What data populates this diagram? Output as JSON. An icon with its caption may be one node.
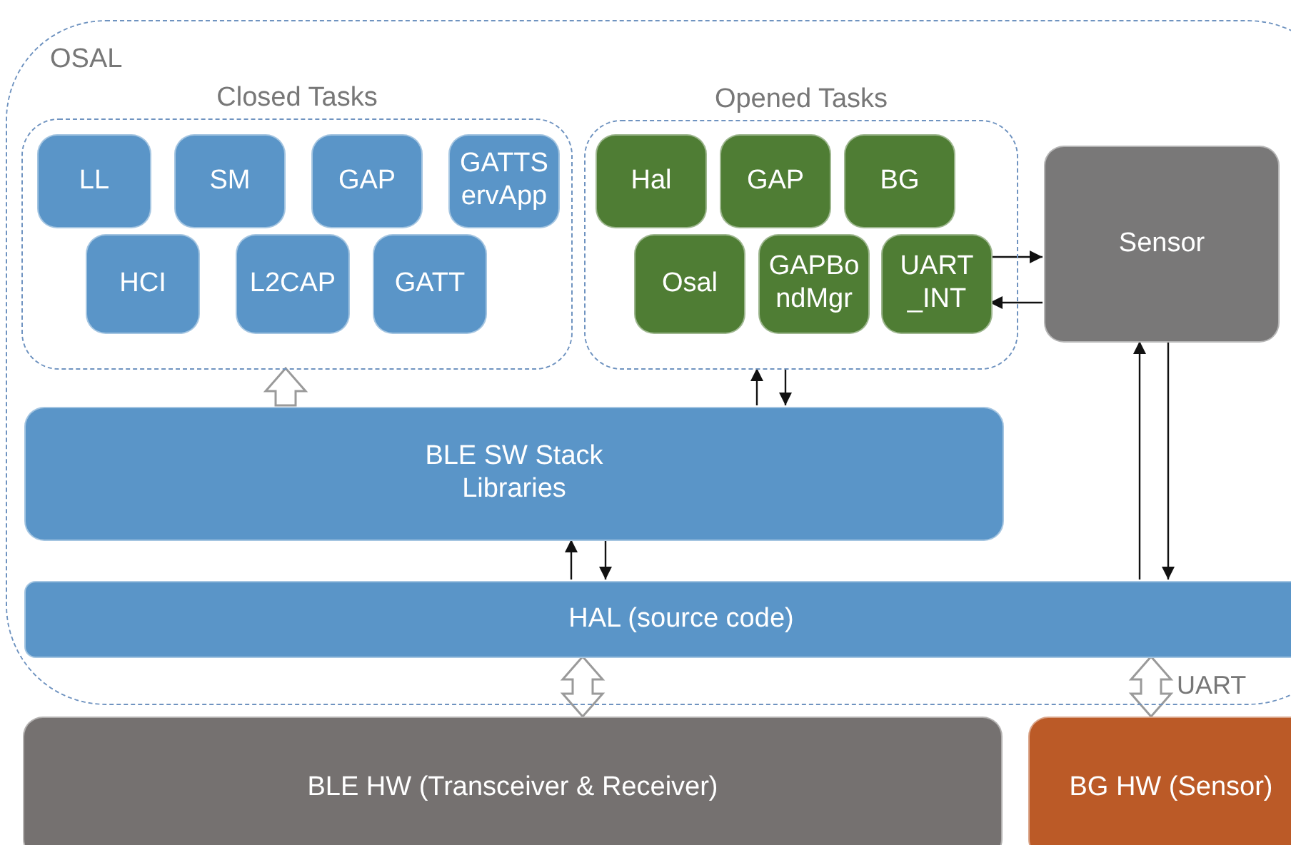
{
  "diagram": {
    "nodes": [
      {
        "text": [
          "OSAL"
        ]
      },
      {
        "text": [
          "Closed Tasks"
        ],
        "in": 0
      },
      {
        "text": [
          "LL"
        ],
        "in": 1
      },
      {
        "text": [
          "HCI"
        ],
        "in": 1
      },
      {
        "text": [
          "SM"
        ],
        "in": 1
      },
      {
        "text": [
          "L2CAP"
        ],
        "in": 1
      },
      {
        "text": [
          "GAP"
        ],
        "in": 1
      },
      {
        "text": [
          "GATT"
        ],
        "in": 1
      },
      {
        "text": [
          "GATTS ervApp"
        ],
        "in": 1
      },
      {
        "text": [
          "Opened Tasks"
        ],
        "in": 0
      },
      {
        "text": [
          "Hal"
        ],
        "in": 9
      },
      {
        "text": [
          "GAP"
        ],
        "in": 9
      },
      {
        "text": [
          "BG"
        ],
        "in": 9
      },
      {
        "text": [
          "Osal"
        ],
        "in": 9
      },
      {
        "text": [
          "GAPBo ndMgr"
        ],
        "in": 9
      },
      {
        "text": [
          "UART _INT"
        ],
        "in": 9
      },
      {
        "text": [
          "Sensor"
        ],
        "in": 0
      },
      {
        "text": [
          "BLE SW Stack",
          "Libraries"
        ],
        "in": 0
      },
      {
        "text": [
          "HAL (source code)"
        ],
        "in": 0
      },
      {
        "text": [
          "BLE HW (Transceiver & Receiver)"
        ]
      },
      {
        "text": [
          "BG HW (Sensor)"
        ]
      }
    ],
    "edges": [
      {
        "from": 17,
        "to": 1,
        "arrow": "to",
        "style": "thick"
      },
      {
        "from": 17,
        "to": 9,
        "arrow": "to"
      },
      {
        "from": 9,
        "to": 17,
        "arrow": "to"
      },
      {
        "from": 18,
        "to": 17,
        "arrow": "to"
      },
      {
        "from": 17,
        "to": 18,
        "arrow": "to"
      },
      {
        "from": 15,
        "to": 16,
        "arrow": "to"
      },
      {
        "from": 16,
        "to": 15,
        "arrow": "to"
      },
      {
        "from": 18,
        "to": 16,
        "arrow": "to"
      },
      {
        "from": 16,
        "to": 18,
        "arrow": "to"
      },
      {
        "from": 18,
        "to": 19,
        "arrow": "both",
        "style": "thick"
      },
      {
        "from": 18,
        "to": 20,
        "arrow": "both",
        "style": "thick",
        "label": "UART"
      }
    ]
  }
}
